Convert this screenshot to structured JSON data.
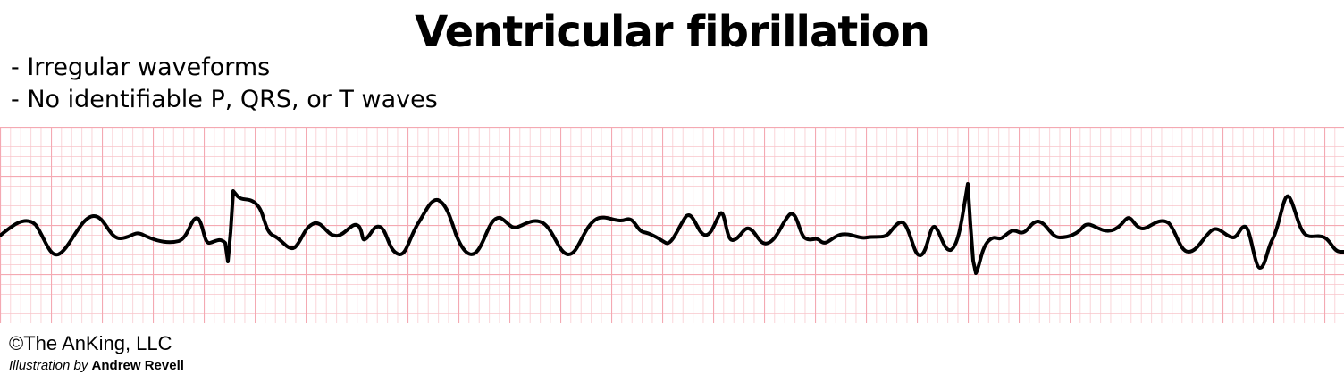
{
  "title": "Ventricular fibrillation",
  "notes": [
    "- Irregular waveforms",
    "- No identifiable P, QRS, or T waves"
  ],
  "colors": {
    "grid_minor": "#f8c6cc",
    "grid_major": "#f4a9b2",
    "trace": "#000000",
    "background": "#ffffff"
  },
  "footer": {
    "copyright": "©The AnKing, LLC",
    "illustration_label": "Illustration by",
    "illustrator": "Andrew Revell"
  }
}
